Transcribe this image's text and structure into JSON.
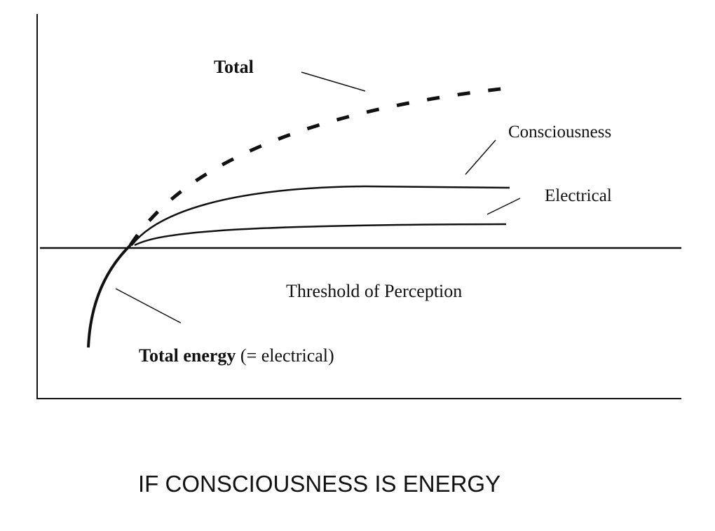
{
  "title": "IF CONSCIOUSNESS IS ENERGY",
  "labels": {
    "total": "Total",
    "consciousness": "Consciousness",
    "electrical": "Electrical",
    "threshold": "Threshold of Perception",
    "total_energy_bold": "Total energy",
    "total_energy_note": "(= electrical)"
  },
  "colors": {
    "ink": "#111111",
    "background": "#ffffff"
  }
}
